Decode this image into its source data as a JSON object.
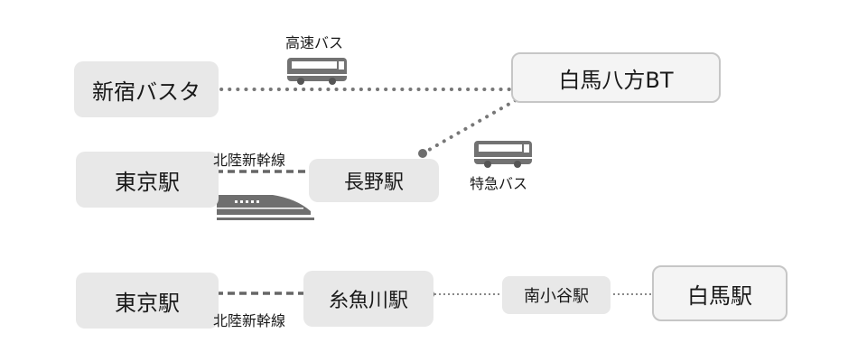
{
  "stations": {
    "shinjuku_busta": "新宿バスタ",
    "hakuba_happo_bt": "白馬八方BT",
    "tokyo_1": "東京駅",
    "nagano": "長野駅",
    "tokyo_2": "東京駅",
    "itoigawa": "糸魚川駅",
    "minami_otari": "南小谷駅",
    "hakuba": "白馬駅"
  },
  "links": {
    "highway_bus": "高速バス",
    "express_bus": "特急バス",
    "shinkansen_1": "北陸新幹線",
    "shinkansen_2": "北陸新幹線"
  },
  "colors": {
    "box": "#e8e8e8",
    "destination_box": "#f4f4f4",
    "destination_border": "#c6c6c6",
    "line": "#666666",
    "icon": "#707070"
  },
  "icons": [
    "bus-icon",
    "bus-icon",
    "shinkansen-train-icon"
  ]
}
